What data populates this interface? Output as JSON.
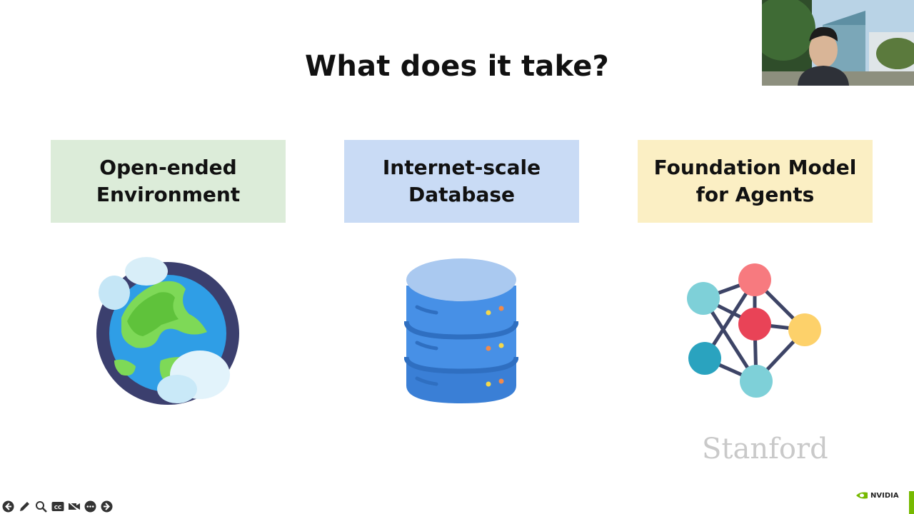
{
  "slide": {
    "title": "What does it take?",
    "cards": [
      {
        "line1": "Open-ended",
        "line2": "Environment",
        "bg": "#dcecd9"
      },
      {
        "line1": "Internet-scale",
        "line2": "Database",
        "bg": "#c9dbf5"
      },
      {
        "line1": "Foundation Model",
        "line2": "for Agents",
        "bg": "#fbefc4"
      }
    ],
    "watermark": "Stanford"
  },
  "brand": {
    "nvidia": "NVIDIA",
    "nvidia_green": "#76b900"
  },
  "toolbar": {
    "icons": [
      "back-arrow-icon",
      "pen-icon",
      "zoom-icon",
      "captions-icon",
      "camera-off-icon",
      "more-icon",
      "forward-arrow-icon"
    ]
  }
}
